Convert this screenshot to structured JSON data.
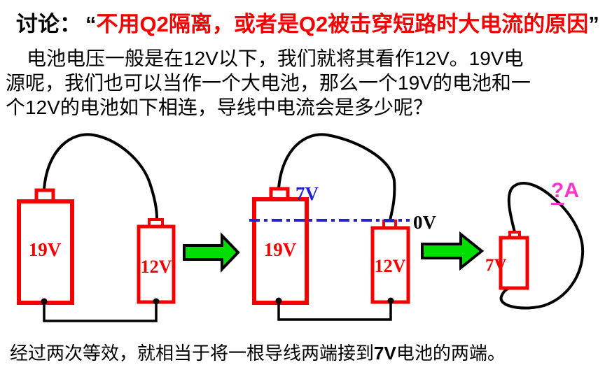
{
  "title": {
    "prefix": "讨论：",
    "open_quote": "“",
    "emphasis": "不用Q2隔离，或者是Q2被击穿短路时大电流的原因",
    "close_quote": "”"
  },
  "paragraph": {
    "line1": "电池电压一般是在12V以下，我们就将其看作12V。19V电",
    "line2": "源呢，我们也可以当作一个大电池，那么一个19V的电池和一",
    "line3": "个12V的电池如下相连，导线中电流会是多少呢？"
  },
  "footer": {
    "before": "经过两次等效，就相当于将一根导线两端接到",
    "highlight": "7V",
    "after": "电池的两端。"
  },
  "diagram": {
    "left": {
      "large_battery_label": "19V",
      "small_battery_label": "12V"
    },
    "middle": {
      "large_battery_label": "19V",
      "small_battery_label": "12V",
      "equiv_voltage_label": "7V",
      "reference_label": "0V"
    },
    "right": {
      "battery_label": "7V",
      "current_question": "?",
      "current_unit": "A"
    },
    "colors": {
      "battery_red": "#f50000",
      "wire_black": "#000000",
      "arrow_green": "#00dd00",
      "reference_blue": "#2222cc",
      "question_magenta": "#ff33cc"
    }
  }
}
